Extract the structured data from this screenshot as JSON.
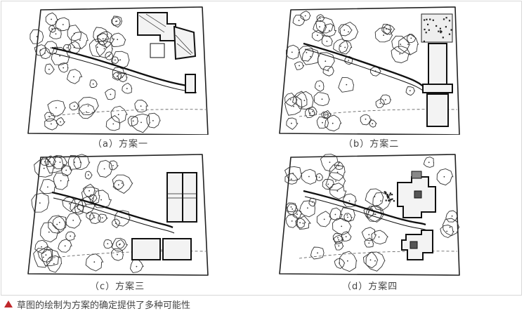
{
  "figure": {
    "panels": [
      {
        "id": "a",
        "label": "（a）方案一"
      },
      {
        "id": "b",
        "label": "（b）方案二"
      },
      {
        "id": "c",
        "label": "（c）方案三"
      },
      {
        "id": "d",
        "label": "（d）方案四"
      }
    ]
  },
  "caption": {
    "marker_icon": "red-triangle-icon",
    "marker_color": "#c0282c",
    "text": "草图的绘制为方案的确定提供了多种可能性"
  }
}
